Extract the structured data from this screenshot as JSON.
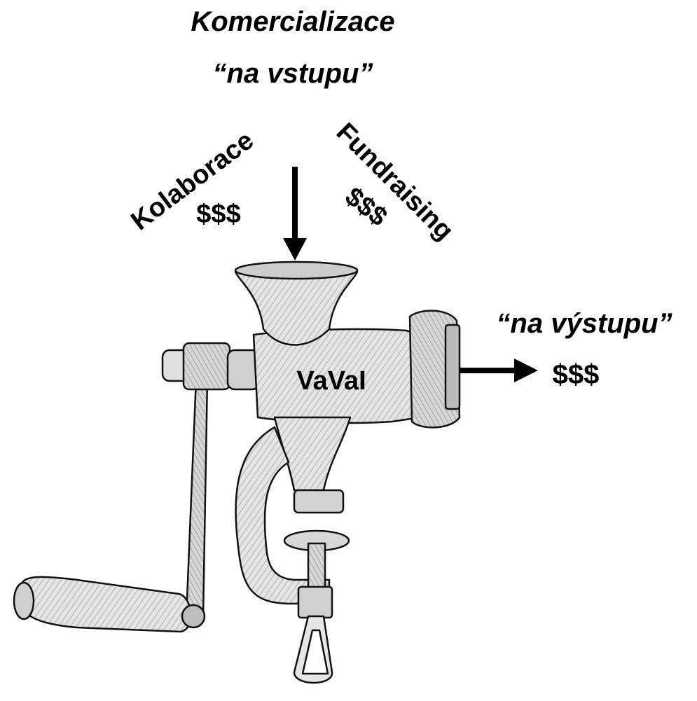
{
  "diagram": {
    "title_line1": "Komercializace",
    "title_line2": "“na vstupu”",
    "input_left": {
      "label": "Kolaborace",
      "money": "$$$"
    },
    "input_right": {
      "label": "Fundraising",
      "money": "$$$"
    },
    "center_label": "VaVaI",
    "output": {
      "label": "“na výstupu”",
      "money": "$$$"
    },
    "illustration": "meat-grinder-icon",
    "colors": {
      "ink": "#000000",
      "metal": "#d9d9d9",
      "metal_dark": "#9a9a9a",
      "background": "#ffffff"
    }
  }
}
